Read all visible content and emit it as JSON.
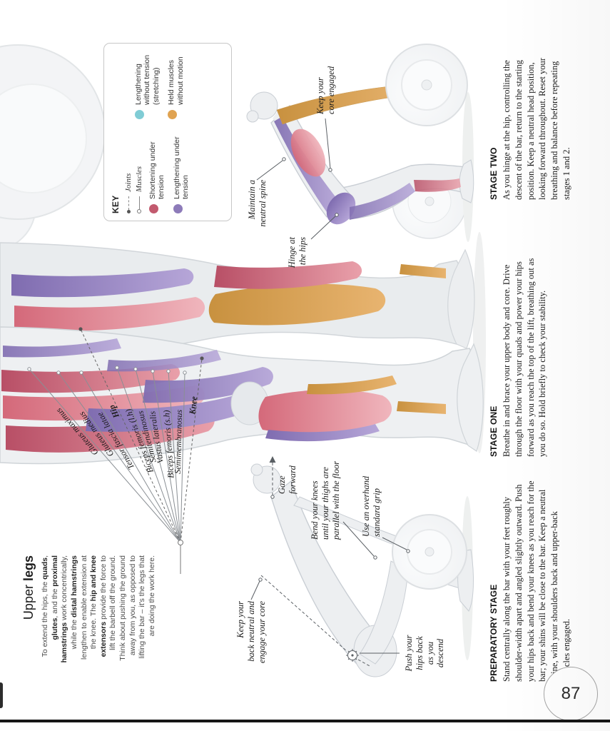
{
  "page": {
    "number": "87"
  },
  "intro": {
    "heading_light": "Upper ",
    "heading_bold": "legs",
    "segments": [
      {
        "t": "To extend the hips, the "
      },
      {
        "t": "quads",
        "b": 1
      },
      {
        "t": ", "
      },
      {
        "t": "glutes",
        "b": 1
      },
      {
        "t": ", and the "
      },
      {
        "t": "proximal hamstrings",
        "b": 1
      },
      {
        "t": " work concentrically, while the "
      },
      {
        "t": "distal hamstrings",
        "b": 1
      },
      {
        "t": " lengthen to enable extension at the knee. The "
      },
      {
        "t": "hip and knee extensors",
        "b": 1
      },
      {
        "t": " provide the force to lift the barbell off the ground. Think about pushing the ground away from you, as opposed to lifting the bar – it's the legs that are doing the work here."
      }
    ]
  },
  "key": {
    "title": "KEY",
    "joints_label": "Joints",
    "muscles_label": "Muscles",
    "items": [
      {
        "label": "Shortening under tension",
        "color": "#c25a6e"
      },
      {
        "label": "Lengthening under tension",
        "color": "#8d7bb9"
      },
      {
        "label": "Lengthening without tension (stretching)",
        "color": "#80ccd5"
      },
      {
        "label": "Held muscles without motion",
        "color": "#e0a351"
      }
    ]
  },
  "muscles": {
    "labels": [
      "Gluteus maximus",
      "Gluteus medius",
      "Tensor fascia latae",
      "Hip",
      "Biceps femoris (l.h)",
      "Semitendinosus",
      "Vastus lateralis",
      "Biceps femoris (s.h)",
      "Semimembranosus",
      "Knee"
    ]
  },
  "figure_notes": {
    "core": "Keep your\ncore engaged",
    "spine": "Maintain a\nneutral spine",
    "hinge": "Hinge at\nthe hips",
    "gaze": "Gaze\nforward",
    "bend": "Bend your knees\nuntil your thighs are\nparallel with the floor",
    "grip": "Use an overhand\nstandard grip",
    "back": "Keep your\nback neutral and\nengage your core",
    "push": "Push your\nhips back\nas you\ndescend"
  },
  "stages": [
    {
      "heading": "PREPARATORY STAGE",
      "body": "Stand centrally along the bar with your feet roughly shoulder-width apart and angled slightly outward. Push your hips back and bend your knees as you reach for the bar; your shins will be close to the bar. Keep a neutral spine, with your shoulders back and upper-back muscles engaged."
    },
    {
      "heading": "STAGE ONE",
      "body": "Breathe in and brace your upper body and core. Drive through the floor with your quads and power your hips forward as you reach the top of the lift, breathing out as you do so. Hold briefly to check your stability."
    },
    {
      "heading": "STAGE TWO",
      "body": "As you hinge at the hip, controlling the descent of the bar, return to the starting position. Keep a neutral head position, looking forward throughout. Reset your breathing and balance before repeating stages 1 and 2."
    }
  ]
}
